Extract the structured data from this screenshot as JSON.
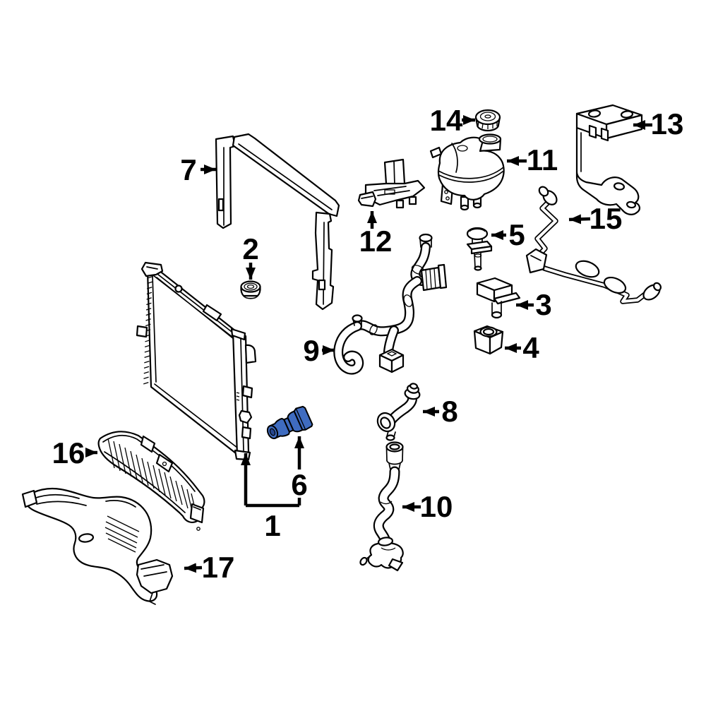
{
  "diagram": {
    "background_color": "#ffffff",
    "line_color": "#000000",
    "highlight_color": "#3f6cc0",
    "highlight_shadow_color": "#27478f",
    "highlighted_part": "6"
  },
  "callouts": [
    {
      "label": "1"
    },
    {
      "label": "2"
    },
    {
      "label": "3"
    },
    {
      "label": "4"
    },
    {
      "label": "5"
    },
    {
      "label": "6"
    },
    {
      "label": "7"
    },
    {
      "label": "8"
    },
    {
      "label": "9"
    },
    {
      "label": "10"
    },
    {
      "label": "11"
    },
    {
      "label": "12"
    },
    {
      "label": "13"
    },
    {
      "label": "14"
    },
    {
      "label": "15"
    },
    {
      "label": "16"
    },
    {
      "label": "17"
    }
  ]
}
